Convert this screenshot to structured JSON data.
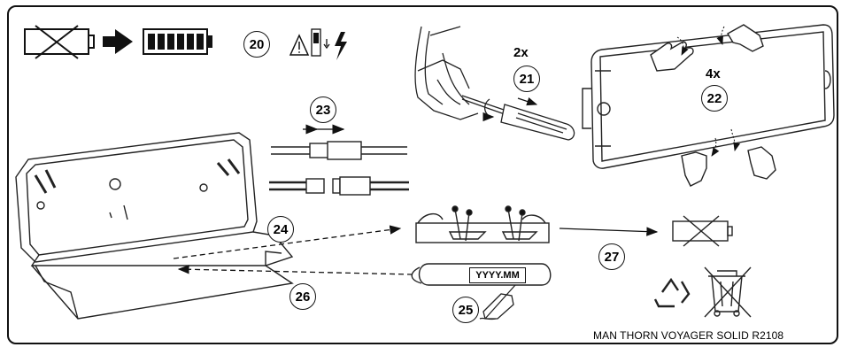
{
  "steps": {
    "s20": "20",
    "s21": "21",
    "s22": "22",
    "s23": "23",
    "s24": "24",
    "s25": "25",
    "s26": "26",
    "s27": "27"
  },
  "multipliers": {
    "screws": "2x",
    "clips": "4x"
  },
  "date_label": "YYYY.MM",
  "footer_text": "MAN THORN VOYAGER SOLID R2108",
  "icons": [
    "empty-battery-crossed-icon",
    "arrow-right-icon",
    "full-battery-icon",
    "warning-triangle-icon",
    "switch-off-icon",
    "lightning-icon",
    "screwdriver-icon",
    "hand-icon",
    "connector-icon",
    "recycle-icon",
    "crossed-bin-icon",
    "pen-hand-icon"
  ]
}
